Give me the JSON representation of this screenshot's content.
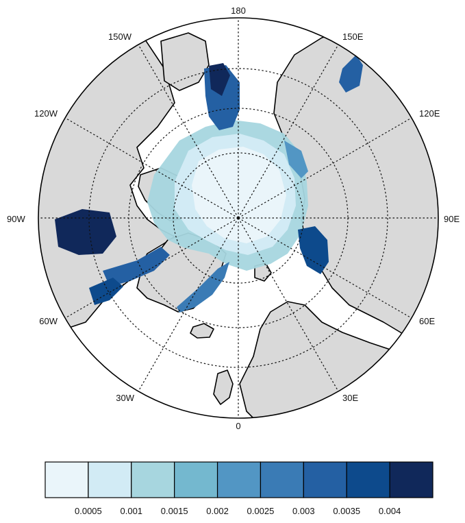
{
  "map": {
    "projection": "north-polar-stereographic",
    "longitude_labels": {
      "top": "180",
      "bottom": "0",
      "left": "90W",
      "right": "90E",
      "upper_left_1": "150W",
      "upper_left_2": "120W",
      "lower_left_1": "60W",
      "lower_left_2": "30W",
      "upper_right_1": "150E",
      "upper_right_2": "120E",
      "lower_right_1": "60E",
      "lower_right_2": "30E"
    },
    "land_color": "#d9d9d9",
    "ocean_color": "#ffffff"
  },
  "colorbar": {
    "ticks": [
      "0.0005",
      "0.001",
      "0.0015",
      "0.002",
      "0.0025",
      "0.003",
      "0.0035",
      "0.004"
    ],
    "colors": [
      "#eaf5fa",
      "#d2ebf5",
      "#a7d6df",
      "#74b8cf",
      "#5296c4",
      "#3a7bb5",
      "#2460a3",
      "#0d4a8c",
      "#10285a"
    ]
  }
}
